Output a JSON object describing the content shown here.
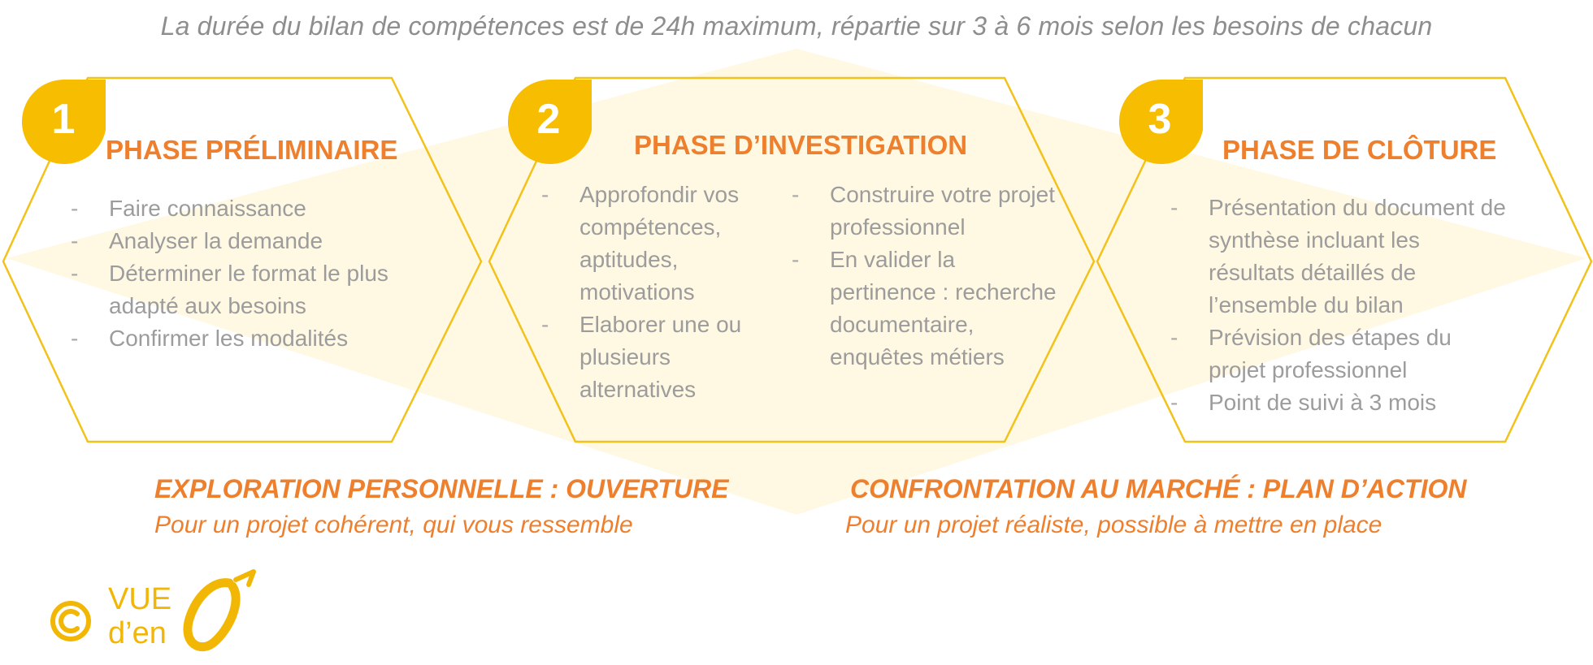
{
  "subtitle": "La durée du bilan de compétences est de 24h maximum, répartie sur 3 à 6 mois selon les besoins de chacun",
  "colors": {
    "accent": "#ee7f2d",
    "gold": "#f7bd00",
    "outline": "#f2c21a",
    "diamond": "#fff8e3",
    "text": "#9c9c9c"
  },
  "phases": [
    {
      "number": "1",
      "title": "PHASE PRÉLIMINAIRE",
      "items": [
        "Faire connaissance",
        "Analyser la demande",
        "Déterminer le format le plus adapté aux besoins",
        "Confirmer les modalités"
      ]
    },
    {
      "number": "2",
      "title": "PHASE D’INVESTIGATION",
      "items_left": [
        "Approfondir vos compétences, aptitudes, motivations",
        "Elaborer une ou plusieurs alternatives"
      ],
      "items_right": [
        "Construire votre projet professionnel",
        "En valider la pertinence : recherche documentaire, enquêtes métiers"
      ]
    },
    {
      "number": "3",
      "title": "PHASE DE CLÔTURE",
      "items": [
        "Présentation du document de synthèse incluant les résultats détaillés de l’ensemble du bilan",
        "Prévision des étapes du projet professionnel",
        "Point de suivi à 3 mois"
      ]
    }
  ],
  "bottom": {
    "left_title": "EXPLORATION PERSONNELLE : OUVERTURE",
    "left_subtitle": "Pour un projet cohérent, qui vous ressemble",
    "right_title": "CONFRONTATION AU MARCHÉ : PLAN D’ACTION",
    "right_subtitle": "Pour un projet réaliste, possible à mettre en place"
  },
  "logo": {
    "icon": "copyright-icon",
    "line1": "VUE",
    "line2": "d’en"
  }
}
